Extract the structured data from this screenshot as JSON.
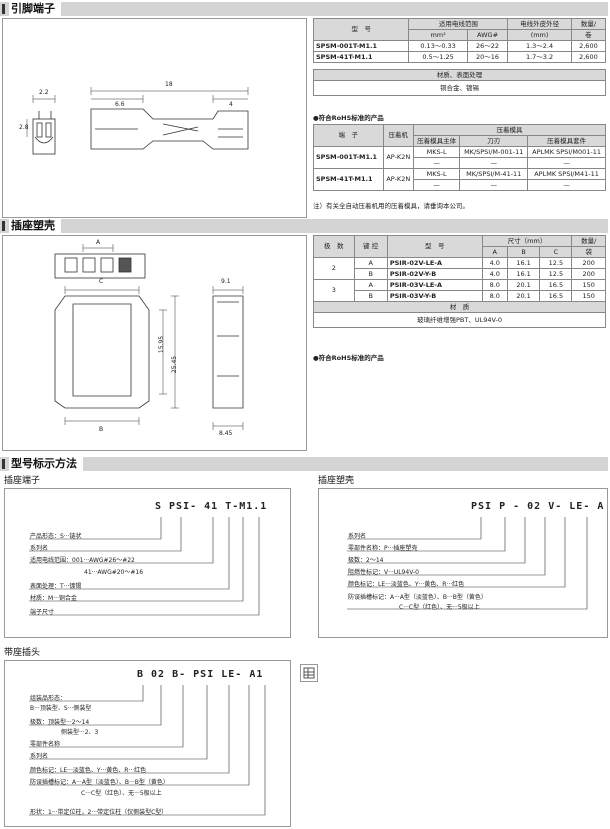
{
  "sections": {
    "s1": "引脚端子",
    "s2": "插座塑壳",
    "s3": "型号标示方法"
  },
  "t1": {
    "h_model": "型　号",
    "h_wire": "适用电线范围",
    "h_mm2": "mm²",
    "h_awg": "AWG#",
    "h_outer": "电线外皮外径",
    "h_outer_unit": "(mm)",
    "h_qty": "数量/",
    "h_qty2": "卷",
    "rows": [
      {
        "model": "SPSM-001T-M1.1",
        "mm2": "0.13～0.33",
        "awg": "26～22",
        "outer": "1.3～2.4",
        "qty": "2,600"
      },
      {
        "model": "SPSM-41T-M1.1",
        "mm2": "0.5～1.25",
        "awg": "20～16",
        "outer": "1.7～3.2",
        "qty": "2,600"
      }
    ],
    "mat_h": "材质、表面处理",
    "mat_v": "铜合金、镀锡"
  },
  "rohs1": "●符合RoHS标准的产品",
  "t2": {
    "h_term": "端　子",
    "h_crimp": "压着机",
    "h_die": "压着模具",
    "h_main": "压着模具主体",
    "h_blade": "刀刃",
    "h_kit": "压着模具套件",
    "rows": [
      {
        "term": "SPSM-001T-M1.1",
        "crimp": "AP-K2N",
        "main": "MKS-L",
        "blade": "MK/SPSI/M-001-11",
        "kit": "APLMK SPSI/M001-11",
        "dash1": "—",
        "dash2": "—",
        "dash3": "—"
      },
      {
        "term": "SPSM-41T-M1.1",
        "crimp": "AP-K2N",
        "main": "MKS-L",
        "blade": "MK/SPSI/M-41-11",
        "kit": "APLMK SPSI/M41-11",
        "dash1": "—",
        "dash2": "—",
        "dash3": "—"
      }
    ],
    "footnote": "注）有关全自动压着机用的压着模具，请垂询本公司。"
  },
  "t3": {
    "h_poles": "极　数",
    "h_key": "键 控",
    "h_model": "型　号",
    "h_dim": "尺寸（mm）",
    "h_a": "A",
    "h_b": "B",
    "h_c": "C",
    "h_qty": "数量/",
    "h_qty2": "袋",
    "rows": [
      {
        "poles": "2",
        "key": "A",
        "model": "PSIR-02V-LE-A",
        "a": "4.0",
        "b": "16.1",
        "c": "12.5",
        "qty": "200"
      },
      {
        "poles": "",
        "key": "B",
        "model": "PSIR-02V-Y-B",
        "a": "4.0",
        "b": "16.1",
        "c": "12.5",
        "qty": "200"
      },
      {
        "poles": "3",
        "key": "A",
        "model": "PSIR-03V-LE-A",
        "a": "8.0",
        "b": "20.1",
        "c": "16.5",
        "qty": "150"
      },
      {
        "poles": "",
        "key": "B",
        "model": "PSIR-03V-Y-B",
        "a": "8.0",
        "b": "20.1",
        "c": "16.5",
        "qty": "150"
      }
    ],
    "mat_h": "材　质",
    "mat_v": "玻璃纤维增强PBT、UL94V-0"
  },
  "rohs2": "●符合RoHS标准的产品",
  "dims1": {
    "d22": "2.2",
    "d28": "2.8",
    "d66": "6.6",
    "d18": "18",
    "d4": "4"
  },
  "dims2": {
    "a": "A",
    "c": "C",
    "d91": "9.1",
    "d1595": "15.95",
    "d2545": "25.45",
    "b": "B",
    "d845": "8.45"
  },
  "sub1": "插座端子",
  "code1": "S PSI- 41 T-M1.1",
  "lbl1": [
    "产品形态：S···链状",
    "系列名",
    "适用电线范围：001···AWG#26～#22",
    "41···AWG#20～#16",
    "表面处理：T···镀锡",
    "材质：M···铜合金",
    "端子尺寸"
  ],
  "sub2": "插座塑壳",
  "code2": "PSI P - 02 V- LE- A",
  "lbl2": [
    "系列名",
    "零部件名称：P···插座塑壳",
    "极数：2～14",
    "阻燃性标记：V···UL94V-0",
    "颜色标记：LE···淡蓝色、Y···黄色、R···红色",
    "防误插槽标记：A···A型（淡蓝色）、B···B型（黄色）",
    "C···C型（红色）、无···5极以上"
  ],
  "sub3": "带座插头",
  "code3": "B 02 B- PSI LE- A1",
  "lbl3": [
    "组装品形态：",
    "B···顶装型、S···侧装型",
    "极数：顶装型···2～14",
    "侧装型···2、3",
    "零部件名称",
    "系列名",
    "颜色标记：LE···淡蓝色、Y···黄色、R···红色",
    "防误插槽标记：A···A型（淡蓝色）、B···B型（黄色）",
    "C···C型（红色）、无···5极以上",
    "形状：1···带定位柱，2···带定位柱（仅侧装型C型）"
  ]
}
